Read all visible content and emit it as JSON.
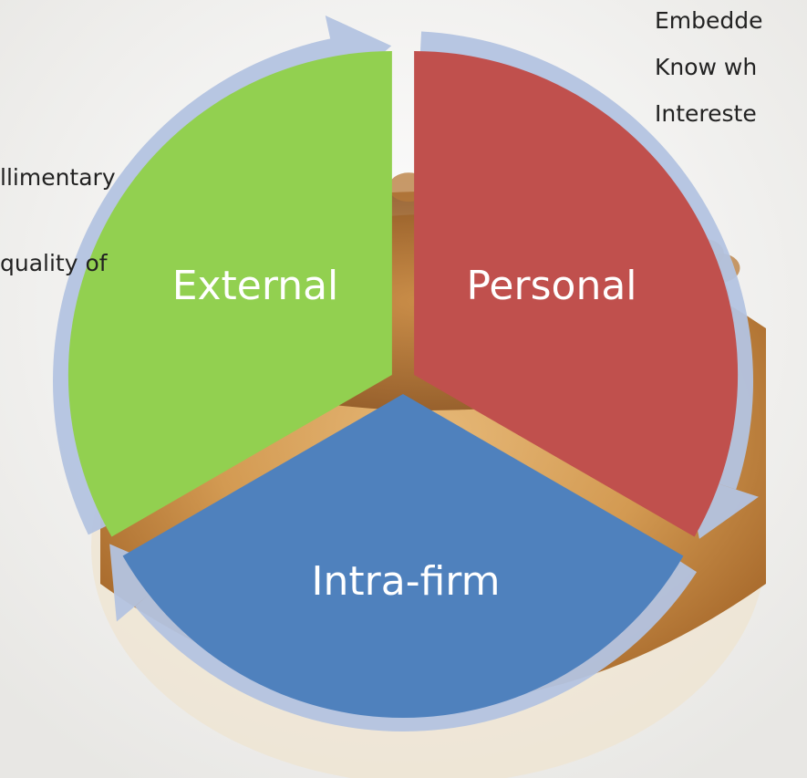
{
  "diagram": {
    "segments": [
      {
        "label": "External",
        "color": "#92d050"
      },
      {
        "label": "Personal",
        "color": "#c0504d"
      },
      {
        "label": "Intra-firm",
        "color": "#4f81bd"
      }
    ],
    "cycle_arrow_color": "#b3c3e0"
  },
  "left_text": {
    "line1": "llimentary",
    "line2": "quality of"
  },
  "right_text": {
    "line1": "Embedde",
    "line2": "Know wh",
    "line3": "Intereste"
  }
}
